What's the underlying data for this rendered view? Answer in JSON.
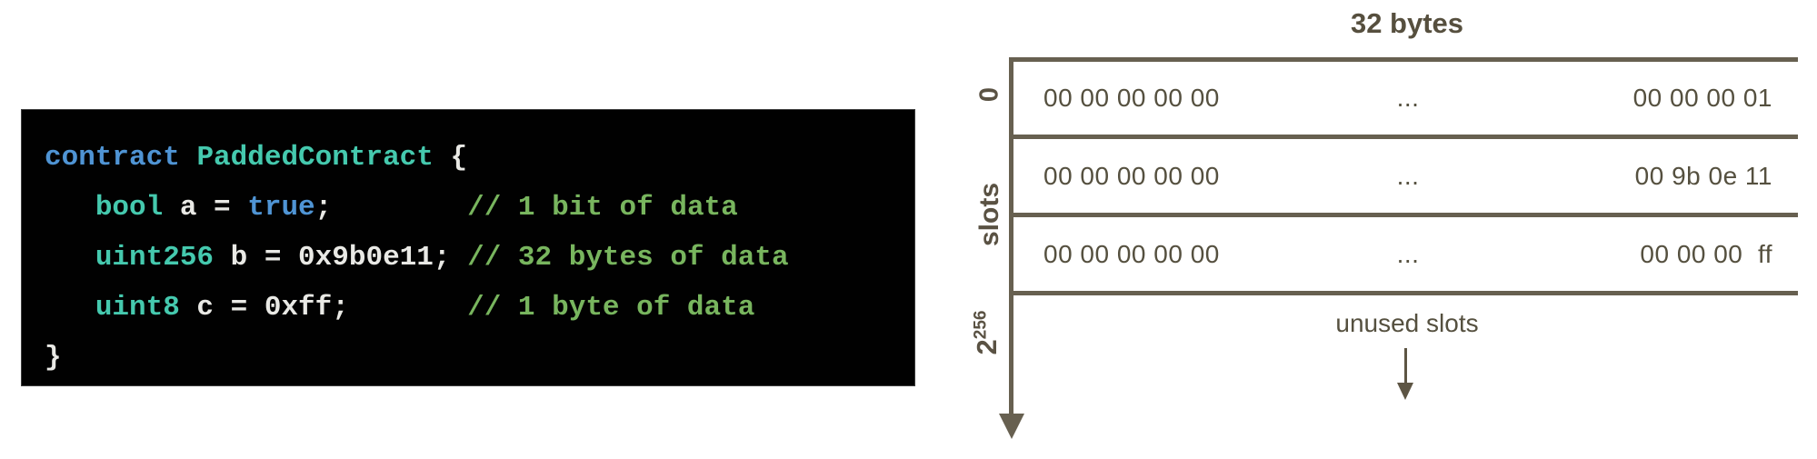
{
  "code": {
    "language": "solidity",
    "lines": [
      {
        "tokens": [
          {
            "t": "contract "
          },
          {
            "t": "PaddedContract"
          },
          {
            "t": " {"
          }
        ]
      },
      {
        "tokens": [
          {
            "t": "   "
          },
          {
            "t": "bool"
          },
          {
            "t": " a = "
          },
          {
            "t": "true"
          },
          {
            "t": ";        "
          },
          {
            "t": "// 1 bit of data"
          }
        ]
      },
      {
        "tokens": [
          {
            "t": "   "
          },
          {
            "t": "uint256"
          },
          {
            "t": " b = 0x9b0e11; "
          },
          {
            "t": "// 32 bytes of data"
          }
        ]
      },
      {
        "tokens": [
          {
            "t": "   "
          },
          {
            "t": "uint8"
          },
          {
            "t": " c = 0xff;       "
          },
          {
            "t": "// 1 byte of data"
          }
        ]
      },
      {
        "tokens": [
          {
            "t": "}"
          }
        ]
      }
    ]
  },
  "diagram": {
    "title": "32 bytes",
    "axis": {
      "first_slot_label": "0",
      "middle_label": "slots",
      "last_label_base": "2",
      "last_label_exponent": "256"
    },
    "rows": [
      {
        "left": "00 00 00 00 00",
        "mid": "...",
        "right": "00 00 00 01"
      },
      {
        "left": "00 00 00 00 00",
        "mid": "...",
        "right": "00 9b 0e 11"
      },
      {
        "left": "00 00 00 00 00",
        "mid": "...",
        "right": "00 00 00  ff"
      }
    ],
    "unused_label": "unused slots"
  },
  "colors": {
    "background": "#ffffff",
    "diagram_line": "#676050",
    "diagram_text": "#55503f",
    "code_background": "#010101",
    "code_keyword": "#4f94d4",
    "code_type": "#45c9ae",
    "code_plain": "#e9e9e5",
    "code_comment": "#78b55e"
  }
}
